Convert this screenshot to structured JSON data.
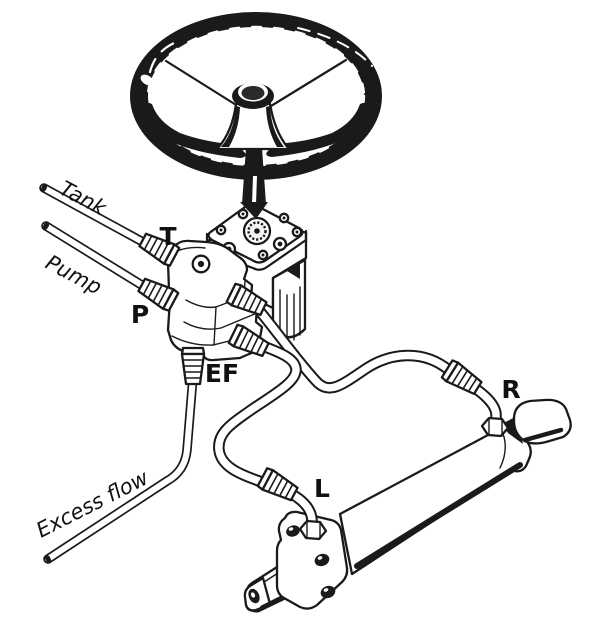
{
  "diagram": {
    "background_color": "#ffffff",
    "line_color": "#1a1a1a",
    "labels": {
      "tank": "Tank",
      "port_t": "T",
      "pump": "Pump",
      "port_p": "P",
      "port_ef": "EF",
      "excess_flow": "Excess flow",
      "port_r": "R",
      "port_l": "L"
    }
  }
}
